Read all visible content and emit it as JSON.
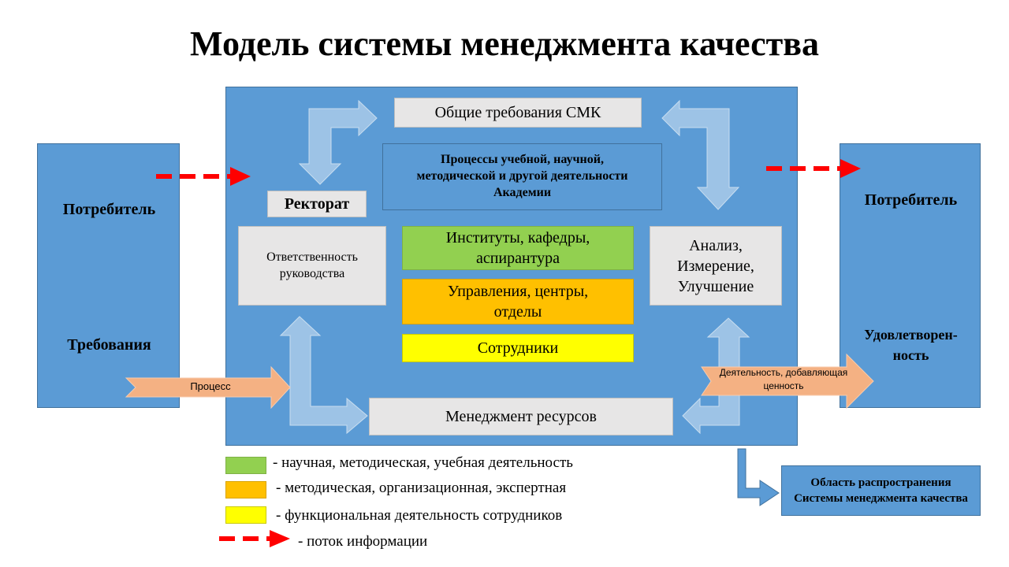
{
  "title": "Модель системы менеджмента качества",
  "left_panel": {
    "consumer": "Потребитель",
    "requirements": "Требования"
  },
  "right_panel": {
    "consumer": "Потребитель",
    "satisfaction_line1": "Удовлетворен-",
    "satisfaction_line2": "ность"
  },
  "center": {
    "general_requirements": "Общие требования СМК",
    "processes": "Процессы учебной, научной, методической и другой деятельности  Академии",
    "rectorate": "Ректорат",
    "responsibility": "Ответственность руководства",
    "institutes": "Институты, кафедры, аспирантура",
    "departments": "Управления, центры, отделы",
    "employees": "Сотрудники",
    "analysis": "Анализ, Измерение, Улучшение",
    "resources": "Менеджмент ресурсов"
  },
  "arrows": {
    "process": "Процесс",
    "value_activity": "Деятельность, добавляющая ценность"
  },
  "scope": "Область распространения Системы менеджмента качества",
  "legend": [
    {
      "color": "#92d050",
      "text": "- научная, методическая, учебная деятельность"
    },
    {
      "color": "#ffc000",
      "text": "- методическая, организационная, экспертная"
    },
    {
      "color": "#ffff00",
      "text": "- функциональная деятельность сотрудников"
    },
    {
      "color": "#ff0000",
      "text": "- поток информации"
    }
  ],
  "colors": {
    "panel_blue": "#5b9bd5",
    "arrow_light_blue": "#9dc3e6",
    "peach": "#f4b183",
    "red": "#ff0000"
  }
}
